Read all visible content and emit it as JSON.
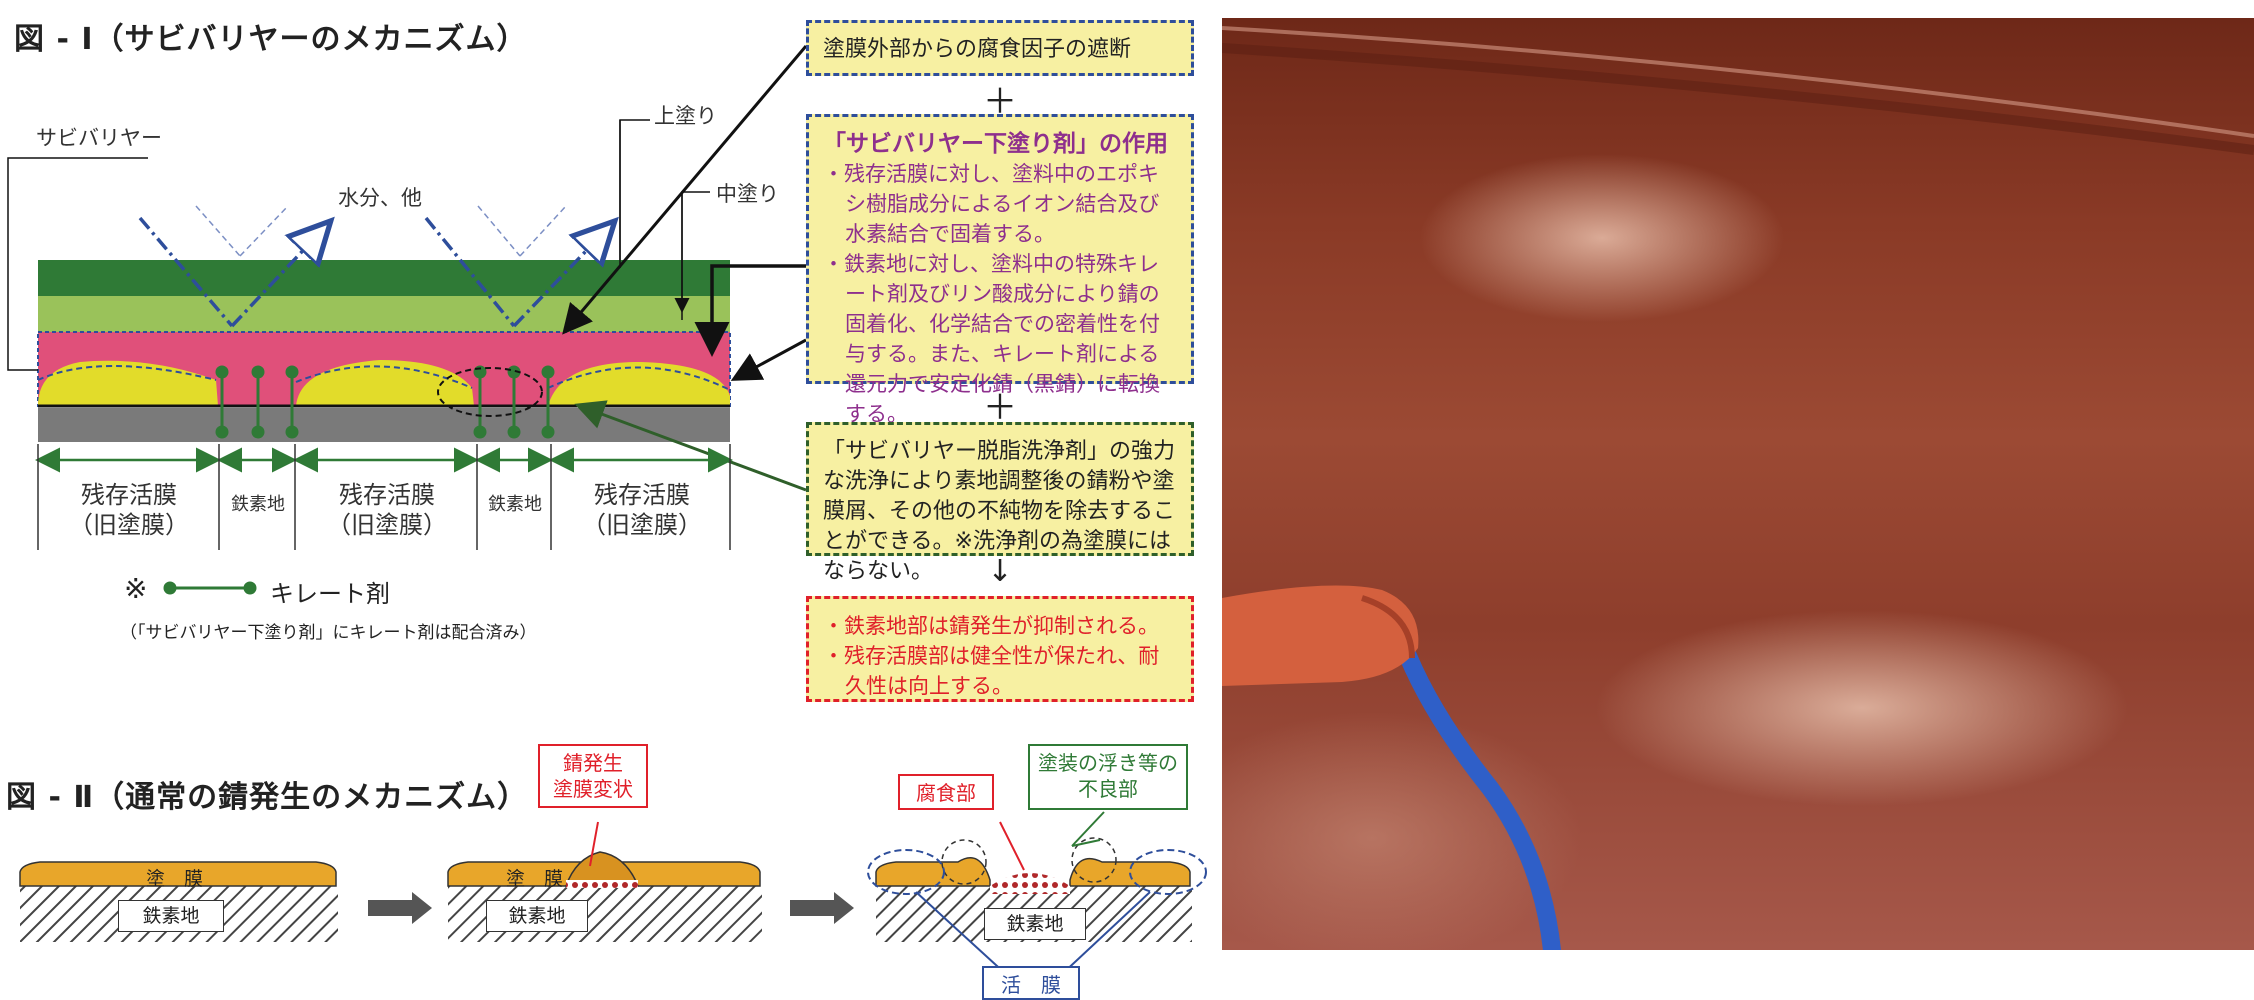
{
  "fig1": {
    "title": "図 - Ⅰ（サビバリヤーのメカニズム）",
    "labels": {
      "sabibarrier": "サビバリヤー",
      "water": "水分、他",
      "top_coat": "上塗り",
      "middle_coat": "中塗り"
    },
    "regions": {
      "residual_main": "残存活膜",
      "residual_sub": "（旧塗膜）",
      "steel": "鉄素地"
    },
    "legend": {
      "mark": "※",
      "chelate": "キレート剤",
      "note": "（「サビバリヤー下塗り剤」にキレート剤は配合済み）"
    },
    "colors": {
      "top_coat": "#2f7a36",
      "middle_coat": "#9ac25a",
      "primer": "#e0507a",
      "rust": "#e2dc2a",
      "steel": "#7a7a7a",
      "chelate": "#2f7a36"
    }
  },
  "boxes": {
    "box1": "塗膜外部からの腐食因子の遮断",
    "plus": "＋",
    "box2": {
      "heading": "「サビバリヤー下塗り剤」の作用",
      "items": [
        "・残存活膜に対し、塗料中のエポキシ樹脂成分によるイオン結合及び水素結合で固着する。",
        "・鉄素地に対し、塗料中の特殊キレート剤及びリン酸成分により錆の固着化、化学結合での密着性を付与する。また、キレート剤による還元力で安定化錆（黒錆）に転換する。"
      ]
    },
    "box3": "「サビバリヤー脱脂洗浄剤」の強力な洗浄により素地調整後の錆粉や塗膜屑、その他の不純物を除去することができる。※洗浄剤の為塗膜にはならない。",
    "arrow_down": "↓",
    "box4": {
      "items": [
        "・鉄素地部は錆発生が抑制される。",
        "・残存活膜部は健全性が保たれ、耐久性は向上する。"
      ]
    }
  },
  "fig2": {
    "title": "図 - Ⅱ（通常の錆発生のメカニズム）",
    "coating": "塗　膜",
    "steel": "鉄素地",
    "callout_rust": "錆発生\n塗膜変状",
    "callout_corrosion": "腐食部",
    "callout_float": "塗装の浮き等の\n不良部",
    "callout_active": "活　膜"
  }
}
